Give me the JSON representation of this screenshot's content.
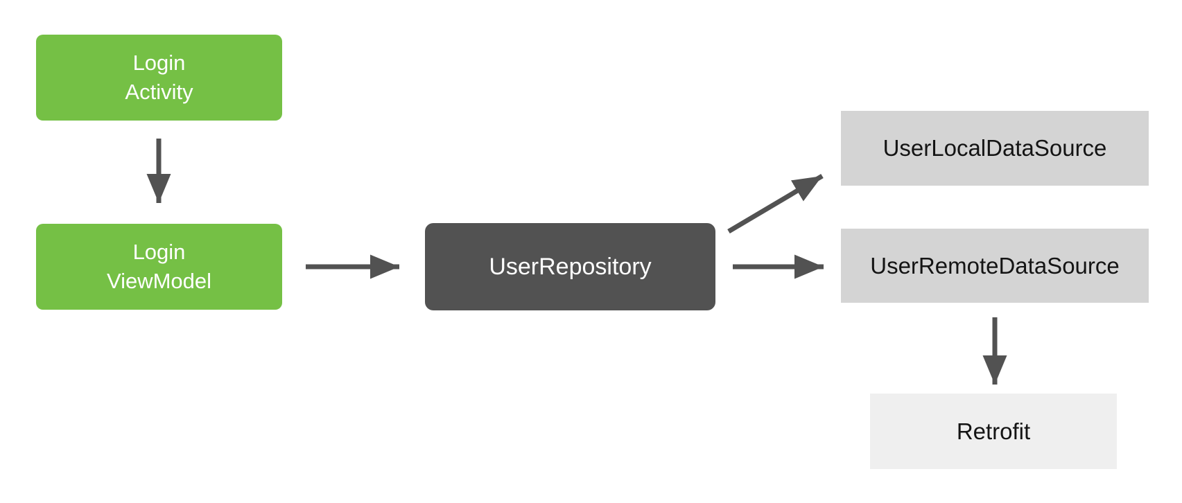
{
  "diagram": {
    "type": "architecture-flow",
    "colors": {
      "green": "#75C045",
      "dark": "#525252",
      "light_gray": "#D4D4D4",
      "faint_gray": "#EFEFEF",
      "arrow": "#525252",
      "text_on_color": "#FFFFFF",
      "text_on_gray": "#141414",
      "background": "#FFFFFF"
    },
    "nodes": [
      {
        "id": "login-activity",
        "label": "Login\nActivity",
        "style": "green"
      },
      {
        "id": "login-viewmodel",
        "label": "Login\nViewModel",
        "style": "green"
      },
      {
        "id": "user-repository",
        "label": "UserRepository",
        "style": "dark"
      },
      {
        "id": "user-local-datasource",
        "label": "UserLocalDataSource",
        "style": "gray"
      },
      {
        "id": "user-remote-datasource",
        "label": "UserRemoteDataSource",
        "style": "gray"
      },
      {
        "id": "retrofit",
        "label": "Retrofit",
        "style": "faint"
      }
    ],
    "edges": [
      {
        "from": "login-activity",
        "to": "login-viewmodel",
        "direction": "down"
      },
      {
        "from": "login-viewmodel",
        "to": "user-repository",
        "direction": "right"
      },
      {
        "from": "user-repository",
        "to": "user-local-datasource",
        "direction": "up-right"
      },
      {
        "from": "user-repository",
        "to": "user-remote-datasource",
        "direction": "right"
      },
      {
        "from": "user-remote-datasource",
        "to": "retrofit",
        "direction": "down"
      }
    ]
  }
}
